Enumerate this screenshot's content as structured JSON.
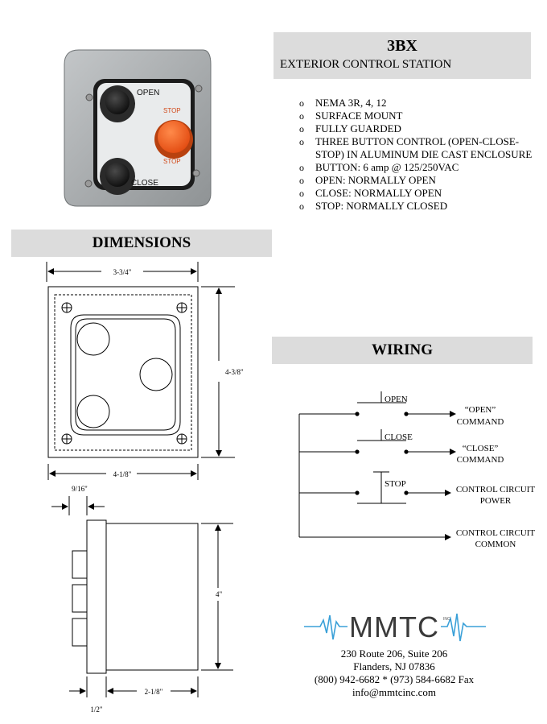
{
  "header": {
    "model": "3BX",
    "subtitle": "EXTERIOR CONTROL STATION"
  },
  "features": [
    "NEMA 3R, 4, 12",
    "SURFACE MOUNT",
    "FULLY GUARDED",
    "THREE BUTTON CONTROL (OPEN-CLOSE-STOP) IN ALUMINUM DIE CAST ENCLOSURE",
    "BUTTON: 6 amp @ 125/250VAC",
    "OPEN: NORMALLY OPEN",
    "CLOSE: NORMALLY OPEN",
    "STOP: NORMALLY CLOSED"
  ],
  "product_photo": {
    "open_label": "OPEN",
    "close_label": "CLOSE",
    "stop_top_label": "STOP",
    "stop_bottom_label": "STOP",
    "colors": {
      "stop_button": "#f05a1a",
      "housing": "#a9acae"
    }
  },
  "dimensions": {
    "heading": "DIMENSIONS",
    "front_width": "3-3/4\"",
    "front_height": "4-3/8\"",
    "front_base_width": "4-1/8\"",
    "side_flange": "9/16\"",
    "side_height": "4\"",
    "side_depth": "2-1/8\"",
    "side_base": "1/2\""
  },
  "wiring": {
    "heading": "WIRING",
    "open_label": "OPEN",
    "close_label": "CLOSE",
    "stop_label": "STOP",
    "open_cmd_1": "“OPEN”",
    "open_cmd_2": "COMMAND",
    "close_cmd_1": "“CLOSE”",
    "close_cmd_2": "COMMAND",
    "power_1": "CONTROL CIRCUIT",
    "power_2": "POWER",
    "common_1": "CONTROL CIRCUIT",
    "common_2": "COMMON"
  },
  "company": {
    "logo_text": "MMTC",
    "logo_mark": "INC.",
    "colors": {
      "logo_wave": "#3aa0d8"
    },
    "address_1": "230 Route 206, Suite 206",
    "address_2": "Flanders, NJ 07836",
    "phone": "(800) 942-6682 * (973) 584-6682 Fax",
    "email": "info@mmtcinc.com"
  }
}
